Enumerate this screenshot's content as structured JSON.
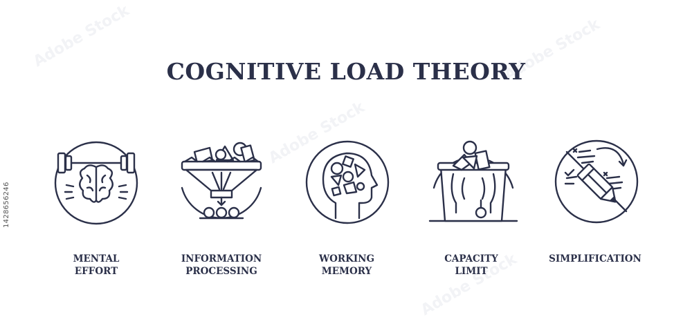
{
  "title": "COGNITIVE LOAD THEORY",
  "stock_id": "1428656246",
  "watermark_text": "Adobe Stock",
  "items": [
    {
      "label_line1": "MENTAL",
      "label_line2": "EFFORT",
      "icon": "brain-barbell-icon"
    },
    {
      "label_line1": "INFORMATION",
      "label_line2": "PROCESSING",
      "icon": "funnel-shapes-icon"
    },
    {
      "label_line1": "WORKING",
      "label_line2": "MEMORY",
      "icon": "head-shapes-icon"
    },
    {
      "label_line1": "CAPACITY",
      "label_line2": "LIMIT",
      "icon": "overflowing-bin-icon"
    },
    {
      "label_line1": "SIMPLIFICATION",
      "label_line2": "",
      "icon": "pencil-cross-icon"
    }
  ],
  "colors": {
    "ink": "#2b3049",
    "background": "#ffffff"
  }
}
